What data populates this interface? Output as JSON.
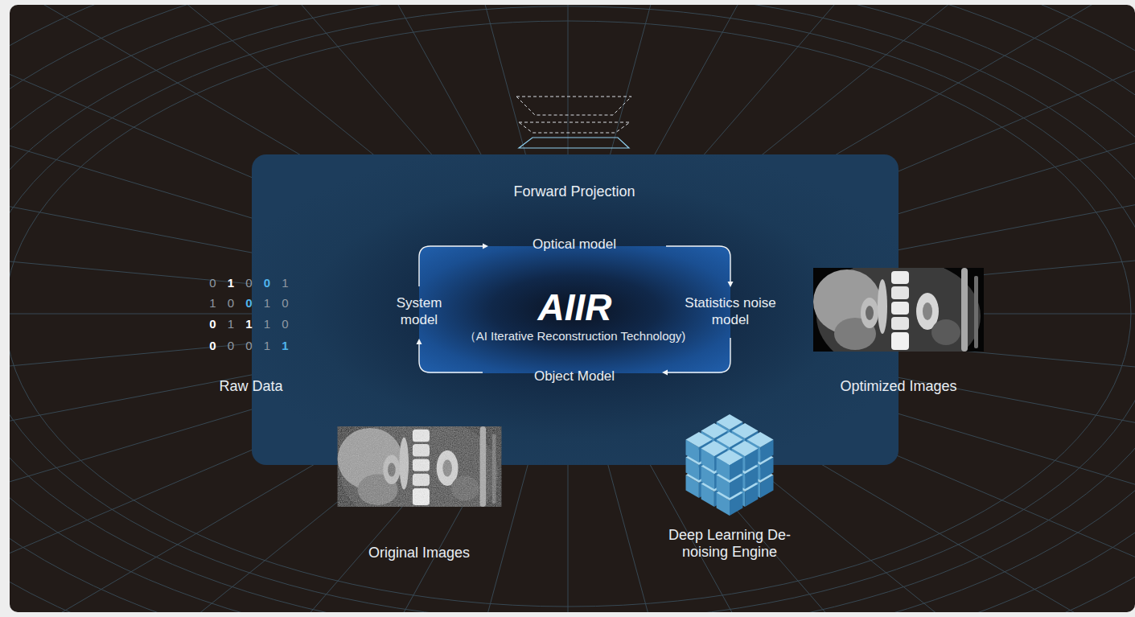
{
  "diagram": {
    "nodes": [
      {
        "text": [
          "AIIR",
          "（AI Iterative Reconstruction Technology)"
        ]
      }
    ],
    "labels": [
      "Forward Projection",
      "Optical model",
      "System model",
      "Statistics noise model",
      "Object Model",
      "0 1 0 0 1",
      "1 0 0 1 0",
      "0 1 1 1 0",
      "0 0 0 1 1",
      "Raw Data",
      "Optimized Images",
      "Original Images",
      "Deep Learning De-noising Engine"
    ]
  }
}
